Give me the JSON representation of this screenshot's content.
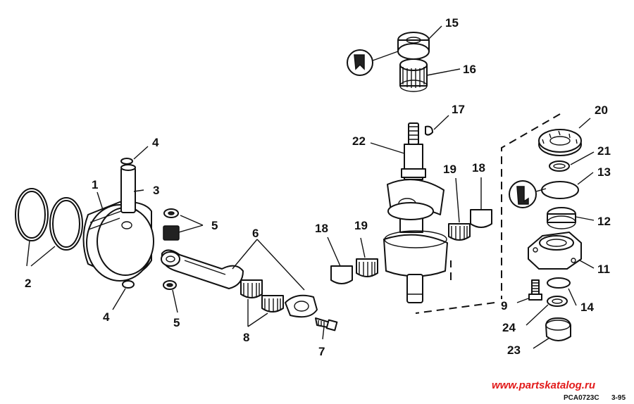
{
  "callouts": {
    "c1": "1",
    "c2": "2",
    "c3": "3",
    "c4a": "4",
    "c4b": "4",
    "c5a": "5",
    "c5b": "5",
    "c6": "6",
    "c7": "7",
    "c8": "8",
    "c9": "9",
    "c11": "11",
    "c12": "12",
    "c13": "13",
    "c14": "14",
    "c15": "15",
    "c16": "16",
    "c17": "17",
    "c18a": "18",
    "c18b": "18",
    "c19a": "19",
    "c19b": "19",
    "c20": "20",
    "c21": "21",
    "c22": "22",
    "c23": "23",
    "c24": "24"
  },
  "footer": {
    "watermark": "www.partskatalog.ru",
    "code": "PCA0723C",
    "date": "3-95"
  },
  "colors": {
    "line": "#111111",
    "watermark": "#e21a1a",
    "background": "#ffffff"
  }
}
